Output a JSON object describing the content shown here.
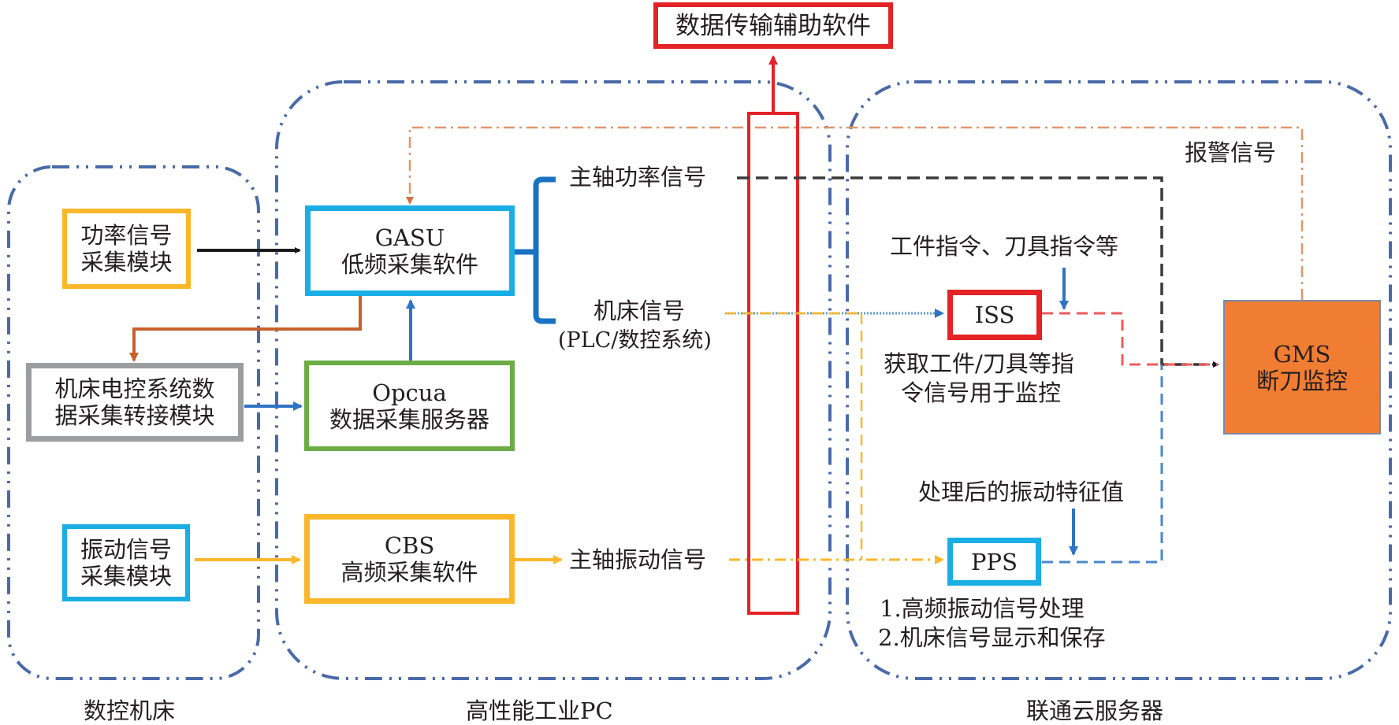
{
  "colors": {
    "region_border": "#4a6aa8",
    "red": "#e32326",
    "cyan": "#1aaee5",
    "yellow": "#fbb72a",
    "green": "#6cac44",
    "gray": "#9c9d9f",
    "orange_fill": "#f07d32",
    "brown": "#c8602b",
    "alarm": "#e0956a",
    "blue": "#2f73c4",
    "black": "#1a1a1a"
  },
  "top_box": {
    "label": "数据传输辅助软件"
  },
  "regions": [
    {
      "id": "cnc",
      "label": "数控机床"
    },
    {
      "id": "pc",
      "label": "高性能工业PC"
    },
    {
      "id": "cloud",
      "label": "联通云服务器"
    }
  ],
  "boxes": {
    "power": {
      "line1": "功率信号",
      "line2": "采集模块"
    },
    "electric": {
      "line1": "机床电控系统数",
      "line2": "据采集转接模块"
    },
    "vibration": {
      "line1": "振动信号",
      "line2": "采集模块"
    },
    "gasu": {
      "line1": "GASU",
      "line2": "低频采集软件"
    },
    "opcua": {
      "line1": "Opcua",
      "line2": "数据采集服务器"
    },
    "cbs": {
      "line1": "CBS",
      "line2": "高频采集软件"
    },
    "iss": {
      "line1": "ISS"
    },
    "pps": {
      "line1": "PPS"
    },
    "gms": {
      "line1": "GMS",
      "line2": "断刀监控"
    }
  },
  "labels": {
    "spindle_power": "主轴功率信号",
    "machine_signal_1": "机床信号",
    "machine_signal_2": "(PLC/数控系统)",
    "spindle_vibration": "主轴振动信号",
    "alarm": "报警信号",
    "commands": "工件指令、刀具指令等",
    "iss_desc_1": "获取工件/刀具等指",
    "iss_desc_2": "令信号用于监控",
    "vib_features": "处理后的振动特征值",
    "pps_desc_1": "1.高频振动信号处理",
    "pps_desc_2": "2.机床信号显示和保存"
  }
}
